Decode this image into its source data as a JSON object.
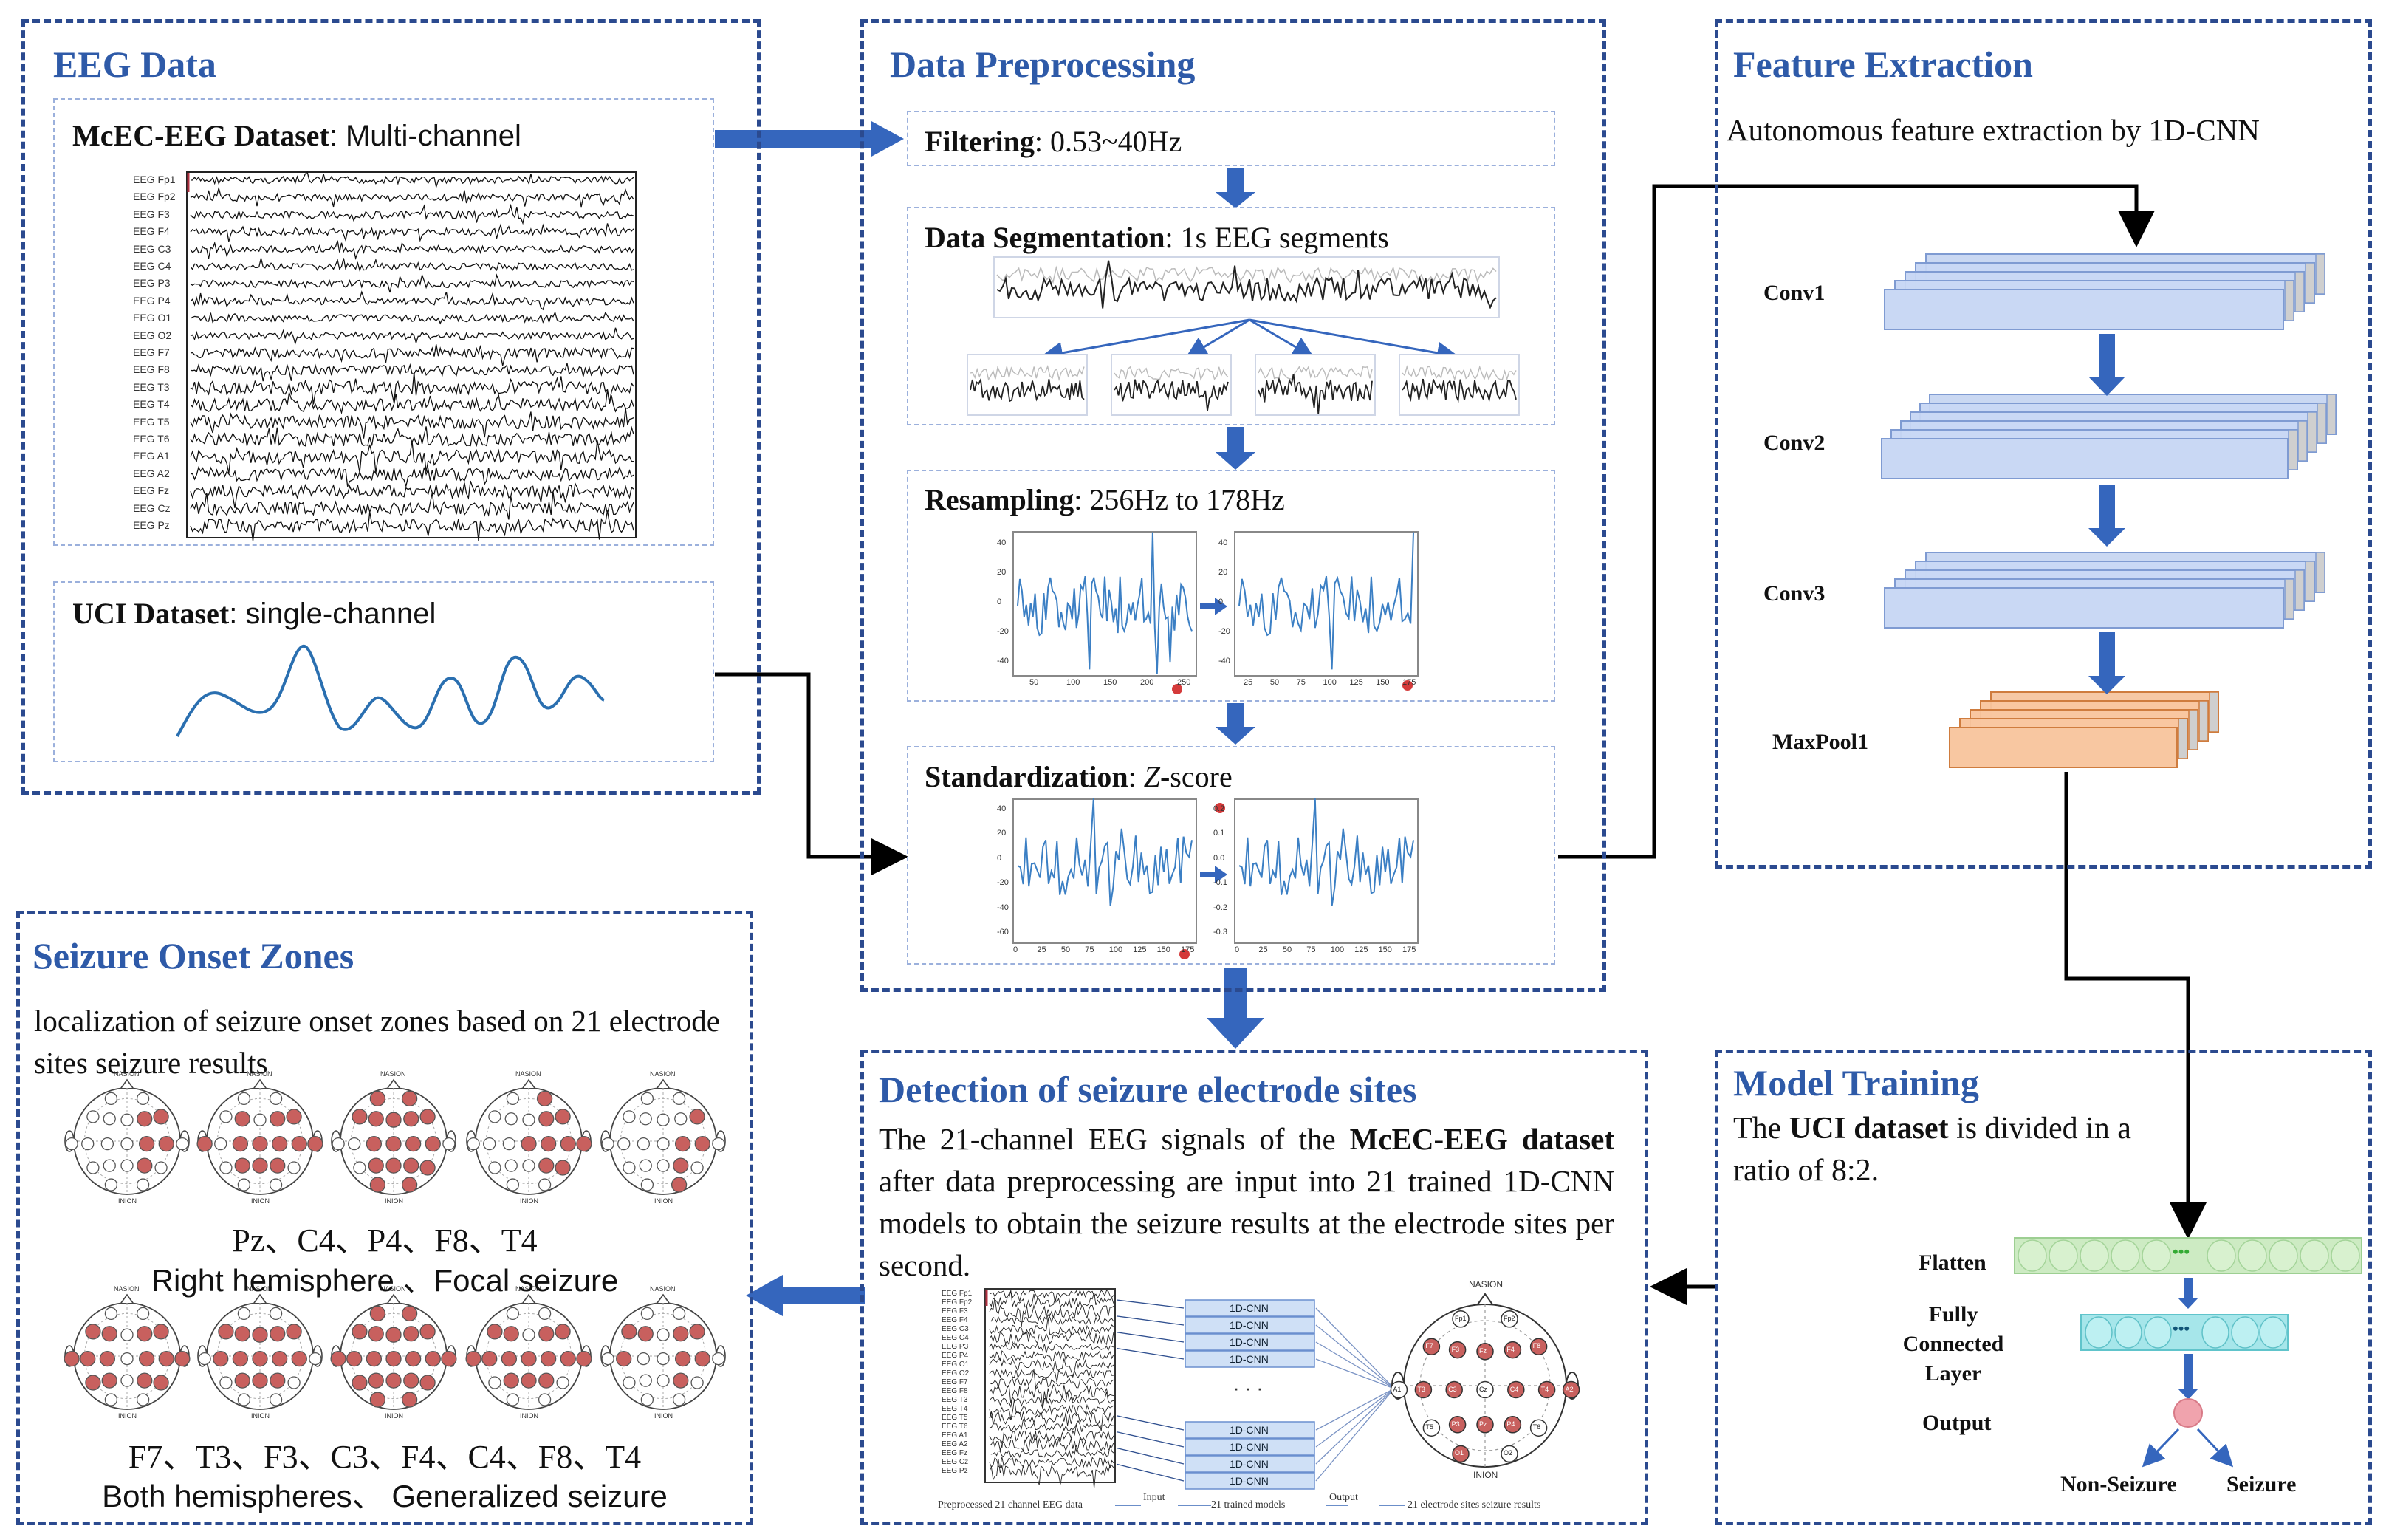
{
  "eeg": {
    "title": "EEG Data",
    "mcec_bold": "McEC-EEG Dataset",
    "mcec_rest": ": Multi-channel",
    "uci_bold": "UCI Dataset",
    "uci_rest": ": single-channel",
    "channels": [
      "EEG Fp1",
      "EEG Fp2",
      "EEG F3",
      "EEG F4",
      "EEG C3",
      "EEG C4",
      "EEG P3",
      "EEG P4",
      "EEG O1",
      "EEG O2",
      "EEG F7",
      "EEG F8",
      "EEG T3",
      "EEG T4",
      "EEG T5",
      "EEG T6",
      "EEG A1",
      "EEG A2",
      "EEG Fz",
      "EEG Cz",
      "EEG Pz"
    ]
  },
  "pre": {
    "title": "Data Preprocessing",
    "filter_bold": "Filtering",
    "filter_rest": ": 0.53~40Hz",
    "seg_bold": "Data Segmentation",
    "seg_rest": ": 1s EEG segments",
    "res_bold": "Resampling",
    "res_rest": ": 256Hz  to 178Hz",
    "std_bold": "Standardization",
    "std_rest": ": ",
    "std_italic": "Z",
    "std_tail": "-score",
    "res_left_yticks": [
      "40",
      "20",
      "0",
      "-20",
      "-40"
    ],
    "res_left_xticks": [
      "50",
      "100",
      "150",
      "200",
      "250"
    ],
    "res_right_yticks": [
      "40",
      "20",
      "0",
      "-20",
      "-40"
    ],
    "res_right_xticks": [
      "25",
      "50",
      "75",
      "100",
      "125",
      "150",
      "175"
    ],
    "std_left_yticks": [
      "40",
      "20",
      "0",
      "-20",
      "-40",
      "-60"
    ],
    "std_left_xticks": [
      "0",
      "25",
      "50",
      "75",
      "100",
      "125",
      "150",
      "175"
    ],
    "std_right_yticks": [
      "0.2",
      "0.1",
      "0.0",
      "-0.1",
      "-0.2",
      "-0.3"
    ],
    "std_right_xticks": [
      "0",
      "25",
      "50",
      "75",
      "100",
      "125",
      "150",
      "175"
    ]
  },
  "feat": {
    "title": "Feature Extraction",
    "desc": "Autonomous feature extraction by 1D-CNN",
    "layers": [
      "Conv1",
      "Conv2",
      "Conv3",
      "MaxPool1"
    ]
  },
  "soz": {
    "title": "Seizure Onset Zones",
    "desc": "localization of seizure onset zones based on 21 electrode sites seizure results",
    "row1_sites": "Pz、C4、P4、F8、T4",
    "row1_type": "Right hemisphere 、Focal seizure",
    "row2_sites": "F7、T3、F3、C3、F4、C4、F8、T4",
    "row2_type": "Both hemispheres、 Generalized seizure",
    "head_nasion": "NASION",
    "head_inion": "INION"
  },
  "det": {
    "title": "Detection of seizure electrode sites",
    "p_a": "The 21-channel EEG signals of the ",
    "p_b": "McEC-EEG dataset",
    "p_c": " after data preprocessing are input into 21 trained 1D-CNN models to obtain the seizure results at the electrode sites per second.",
    "cnn_label": "1D-CNN",
    "ellipsis": "·  ·  ·",
    "cap_data": "Preprocessed 21 channel EEG data",
    "cap_input": "Input",
    "cap_models": "21 trained models",
    "cap_output": "Output",
    "cap_result": "21 electrode sites seizure results",
    "nasion": "NASION",
    "inion": "INION",
    "electrodes": [
      "Fp1",
      "Fp2",
      "F7",
      "F3",
      "Fz",
      "F4",
      "F8",
      "A1",
      "T3",
      "C3",
      "Cz",
      "C4",
      "T4",
      "A2",
      "T5",
      "P3",
      "Pz",
      "P4",
      "T6",
      "O1",
      "O2"
    ]
  },
  "train": {
    "title": "Model Training",
    "p_a": "The ",
    "p_b": "UCI dataset",
    "p_c": " is divided in a ratio of 8:2.",
    "flatten": "Flatten",
    "fc": "Fully Connected Layer",
    "output": "Output",
    "non": "Non-Seizure",
    "seizure": "Seizure",
    "dots": "•••"
  },
  "colors": {
    "title_blue": "#2e5aa8",
    "border": "#2b4a8f",
    "arrow_blue": "#3566bd",
    "conv_fill": "#c9d8f4",
    "pool_fill": "#f8c7a1",
    "flatten_fill": "#cdebc3",
    "fc_fill": "#a6e6ea",
    "electrode_red": "#c8605e",
    "output_node": "#f0a3ad"
  }
}
